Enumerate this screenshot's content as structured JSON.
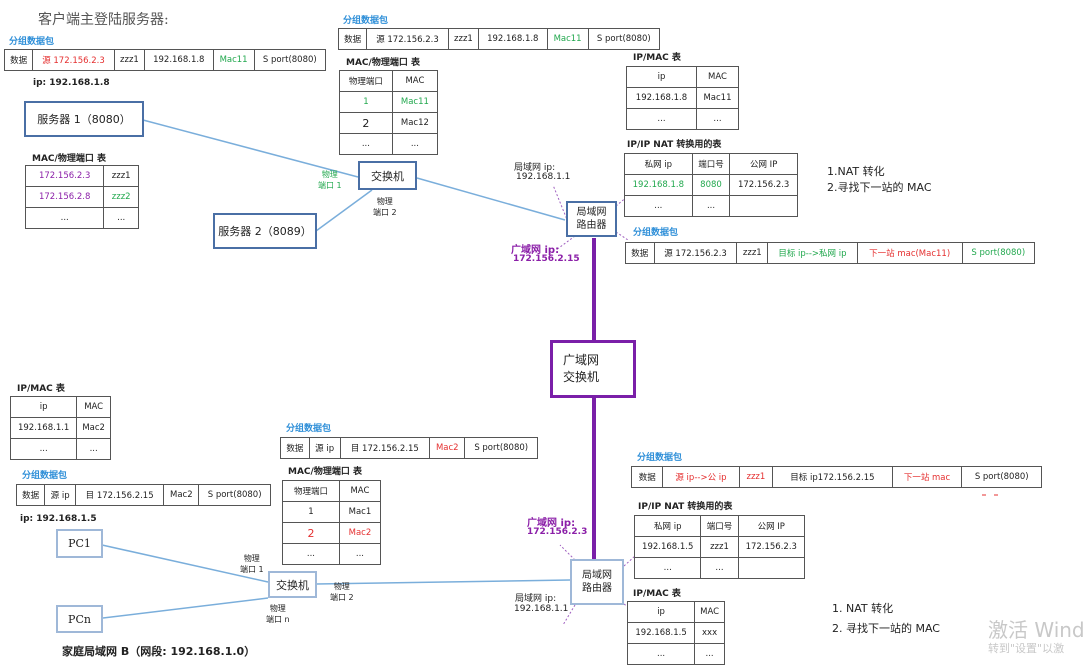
{
  "title": "客户端主登陆服务器:",
  "top": {
    "pkt_left_title": "分组数据包",
    "pkt_left": [
      "数据",
      "源 172.156.2.3",
      "zzz1",
      "192.168.1.8",
      "Mac11",
      "S port(8080)"
    ],
    "ip_server": "ip: 192.168.1.8",
    "server1": "服务器 1（8080）",
    "server2": "服务器 2（8089）",
    "mac_table_left_title": "MAC/物理端口 表",
    "mac_table_left": [
      [
        "172.156.2.3",
        "zzz1"
      ],
      [
        "172.156.2.8",
        "zzz2"
      ],
      [
        "...",
        "..."
      ]
    ],
    "pkt_mid_title": "分组数据包",
    "pkt_mid": [
      "数据",
      "源 172.156.2.3",
      "zzz1",
      "192.168.1.8",
      "Mac11",
      "S port(8080)"
    ],
    "mac_table_mid_title": "MAC/物理端口 表",
    "mac_table_mid": [
      [
        "物理端口",
        "MAC"
      ],
      [
        "1",
        "Mac11"
      ],
      [
        "2",
        "Mac12"
      ],
      [
        "...",
        "..."
      ]
    ],
    "switch": "交换机",
    "port1": "物理\n端口 1",
    "port2": "物理\n端口 2",
    "lan_ip_label": "局域网 ip:",
    "lan_ip": "192.168.1.1",
    "router": "局域网\n路由器",
    "wan_ip_label": "广域网 ip:",
    "wan_ip": "172.156.2.15",
    "ipmac_title": "IP/MAC 表",
    "ipmac_table": [
      [
        "ip",
        "MAC"
      ],
      [
        "192.168.1.8",
        "Mac11"
      ],
      [
        "...",
        "..."
      ]
    ],
    "nat_title": "IP/IP NAT 转换用的表",
    "nat_table": [
      [
        "私网 ip",
        "端口号",
        "公网 IP"
      ],
      [
        "192.168.1.8",
        "8080",
        "172.156.2.3"
      ],
      [
        "...",
        "...",
        ""
      ]
    ],
    "notes": [
      "1.NAT 转化",
      "2.寻找下一站的 MAC"
    ],
    "pkt_right_title": "分组数据包",
    "pkt_right": [
      "数据",
      "源 172.156.2.3",
      "zzz1",
      "目标 ip-->私网 ip",
      "下一站 mac(Mac11)",
      "S port(8080)"
    ]
  },
  "wan_switch": "广域网\n交换机",
  "bottom": {
    "ipmac_left_title": "IP/MAC 表",
    "ipmac_left": [
      [
        "ip",
        "MAC"
      ],
      [
        "192.168.1.1",
        "Mac2"
      ],
      [
        "...",
        "..."
      ]
    ],
    "pkt_left_title": "分组数据包",
    "pkt_left": [
      "数据",
      "源 ip",
      "目 172.156.2.15",
      "Mac2",
      "S port(8080)"
    ],
    "ip_pc": "ip: 192.168.1.5",
    "pc1": "PC1",
    "pcn": "PCn",
    "home_lan": "家庭局域网 B（网段: 192.168.1.0）",
    "pkt_mid_title": "分组数据包",
    "pkt_mid": [
      "数据",
      "源 ip",
      "目 172.156.2.15",
      "Mac2",
      "S port(8080)"
    ],
    "mac_table_title": "MAC/物理端口 表",
    "mac_table": [
      [
        "物理端口",
        "MAC"
      ],
      [
        "1",
        "Mac1"
      ],
      [
        "2",
        "Mac2"
      ],
      [
        "...",
        "..."
      ]
    ],
    "switch": "交换机",
    "port1": "物理\n端口 1",
    "port2": "物理\n端口 2",
    "portn": "物理\n端口 n",
    "wan_ip_label": "广域网 ip:",
    "wan_ip": "172.156.2.3",
    "lan_ip_label": "局域网 ip:",
    "lan_ip": "192.168.1.1",
    "router": "局域网\n路由器",
    "pkt_right_title": "分组数据包",
    "pkt_right": [
      "数据",
      "源 ip-->公 ip",
      "zzz1",
      "目标 ip172.156.2.15",
      "下一站 mac",
      "S port(8080)"
    ],
    "nat_title": "IP/IP NAT 转换用的表",
    "nat_table": [
      [
        "私网 ip",
        "端口号",
        "公网 IP"
      ],
      [
        "192.168.1.5",
        "zzz1",
        "172.156.2.3"
      ],
      [
        "...",
        "...",
        ""
      ]
    ],
    "ipmac_title": "IP/MAC 表",
    "ipmac_table": [
      [
        "ip",
        "MAC"
      ],
      [
        "192.168.1.5",
        "xxx"
      ],
      [
        "...",
        "..."
      ]
    ],
    "notes": [
      "1.  NAT 转化",
      "2.  寻找下一站的 MAC"
    ]
  },
  "watermark": [
    "激活 Wind",
    "转到\"设置\"以激"
  ]
}
